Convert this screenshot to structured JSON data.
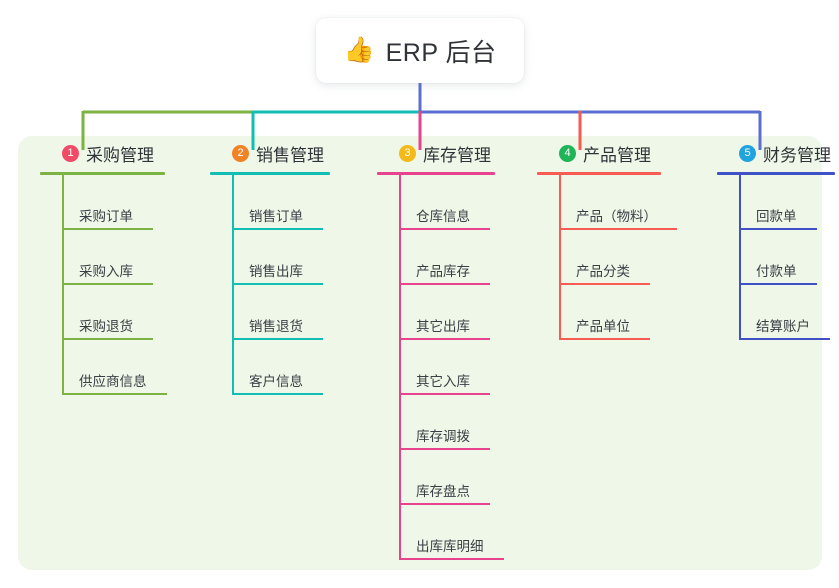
{
  "diagram": {
    "root": {
      "icon": "thumbs-up-icon",
      "emoji": "👍",
      "label": "ERP 后台"
    },
    "panel_color": "#eef7e8",
    "columns": [
      {
        "number": "1",
        "title": "采购管理",
        "badge_color": "#f04a67",
        "line_color": "#7cb342",
        "connector_color": "#7cb342",
        "items": [
          "采购订单",
          "采购入库",
          "采购退货",
          "供应商信息"
        ]
      },
      {
        "number": "2",
        "title": "销售管理",
        "badge_color": "#f08326",
        "line_color": "#12bdb4",
        "connector_color": "#12bdb4",
        "items": [
          "销售订单",
          "销售出库",
          "销售退货",
          "客户信息"
        ]
      },
      {
        "number": "3",
        "title": "库存管理",
        "badge_color": "#f5b91a",
        "line_color": "#e8438f",
        "connector_color": "#e8438f",
        "items": [
          "仓库信息",
          "产品库存",
          "其它出库",
          "其它入库",
          "库存调拨",
          "库存盘点",
          "出库库明细"
        ]
      },
      {
        "number": "4",
        "title": "产品管理",
        "badge_color": "#1fb457",
        "line_color": "#f75b52",
        "connector_color": "#f75b52",
        "items": [
          "产品（物料）",
          "产品分类",
          "产品单位"
        ]
      },
      {
        "number": "5",
        "title": "财务管理",
        "badge_color": "#23a3dd",
        "line_color": "#3f51c4",
        "connector_color": "#5a6fd0",
        "items": [
          "回款单",
          "付款单",
          "结算账户"
        ]
      }
    ]
  }
}
